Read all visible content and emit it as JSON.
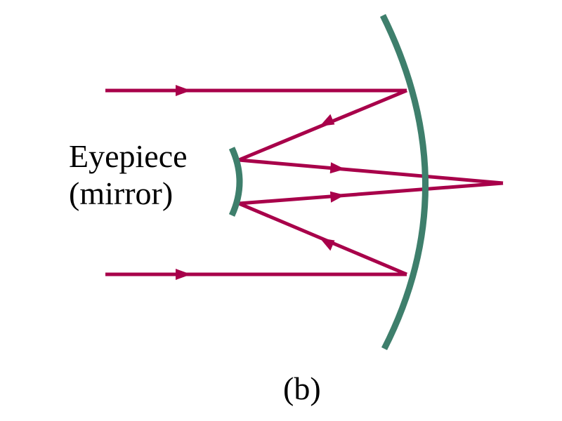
{
  "labels": {
    "eyepiece_line1": "Eyepiece",
    "eyepiece_line2": "(mirror)",
    "caption": "(b)"
  },
  "colors": {
    "mirror": "#3e7f6c",
    "ray": "#a8004a",
    "text": "#000000",
    "background": "#ffffff"
  }
}
